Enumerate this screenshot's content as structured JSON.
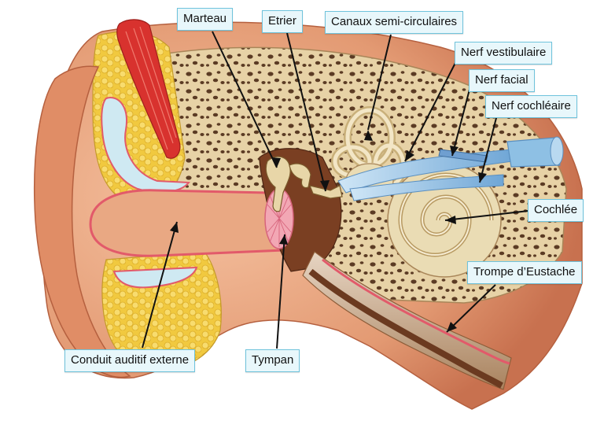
{
  "labels": {
    "marteau": "Marteau",
    "etrier": "Etrier",
    "canaux": "Canaux semi-circulaires",
    "nerf_vestibulaire": "Nerf vestibulaire",
    "nerf_facial": "Nerf facial",
    "nerf_cochleaire": "Nerf cochléaire",
    "cochlee": "Cochlée",
    "trompe": "Trompe d’Eustache",
    "conduit": "Conduit auditif externe",
    "tympan": "Tympan"
  },
  "colors": {
    "skin": "#e9a27c",
    "skin_dark": "#c8714f",
    "bone": "#e7d2a6",
    "bone_pore": "#5b3b24",
    "fat": "#f4d25a",
    "cartilage": "#cfe9f2",
    "muscle": "#d8322e",
    "membrane": "#e25a6a",
    "nerve": "#9ec9ea",
    "label_fill": "#e8f7fb",
    "label_border": "#6fc3dc"
  }
}
